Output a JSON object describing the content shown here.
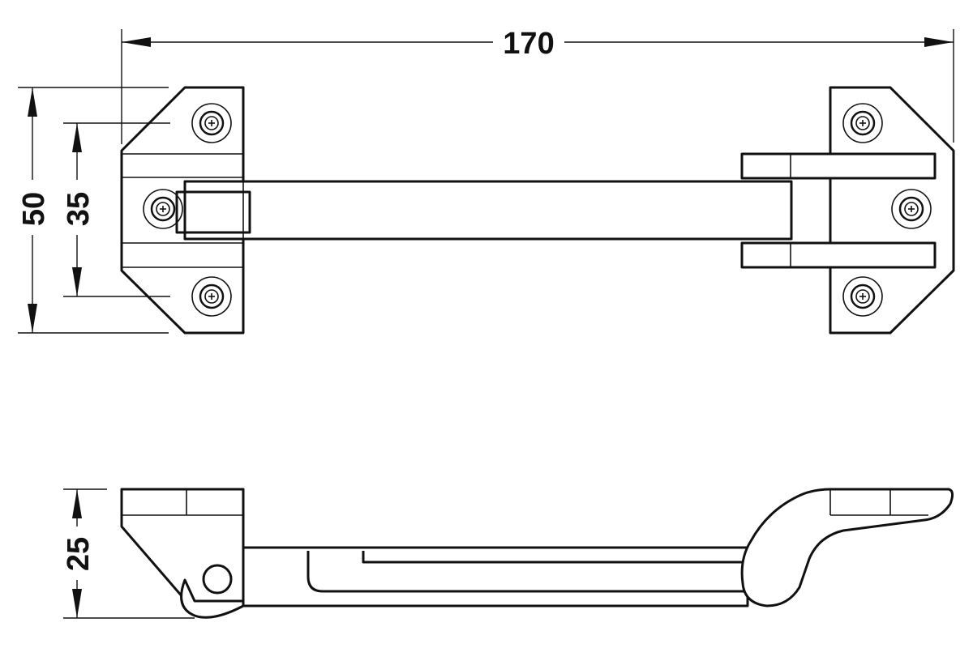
{
  "dimensions": {
    "overall_length": "170",
    "plate_height": "50",
    "hole_spacing": "35",
    "side_height": "25"
  },
  "colors": {
    "line": "#111111",
    "background": "#ffffff"
  }
}
